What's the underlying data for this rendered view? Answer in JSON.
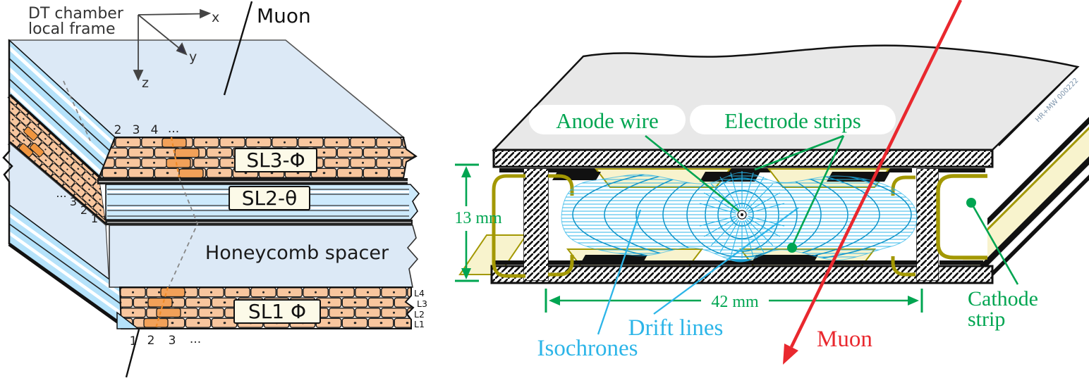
{
  "figure": {
    "description_left": "CMS drift-tube chamber cutaway",
    "description_right": "Drift cell cross-section"
  },
  "colors": {
    "green_annotation": "#00a551",
    "cyan_drift": "#2cb5e8",
    "red_muon": "#e9282e",
    "orange_cell": "#f8c69e",
    "orange_highlight": "#f2a159",
    "blue_stripe": "#b5e2fa",
    "panel_blue": "#dce9f6",
    "pale_yellow": "#f8f3cd",
    "olive": "#a39803",
    "plate_gray": "#e8e8e8",
    "label_box_bg": "#fcfae8"
  },
  "left": {
    "frame_label_line1": "DT chamber",
    "frame_label_line2": "local frame",
    "axes": {
      "x": "x",
      "y": "y",
      "z": "z"
    },
    "muon_label": "Muon",
    "top_cell_numbers": [
      "2",
      "3",
      "4",
      "..."
    ],
    "side_cell_numbers": [
      "...",
      "3",
      "2",
      "1"
    ],
    "bottom_cell_numbers": [
      "1",
      "2",
      "3",
      "..."
    ],
    "superlayers": {
      "sl3": "SL3-Φ",
      "sl2": "SL2-θ",
      "sl1": "SL1 Φ"
    },
    "honeycomb_label": "Honeycomb spacer",
    "layer_labels": [
      "L4",
      "L3",
      "L2",
      "L1"
    ]
  },
  "right": {
    "anode_wire_label": "Anode wire",
    "electrode_strips_label": "Electrode strips",
    "cathode_strip_label_line1": "Cathode",
    "cathode_strip_label_line2": "strip",
    "drift_lines_label": "Drift lines",
    "isochrones_label": "Isochrones",
    "muon_label": "Muon",
    "cell_height": "13 mm",
    "cell_width": "42 mm",
    "watermark": "HR+MW 000222"
  }
}
